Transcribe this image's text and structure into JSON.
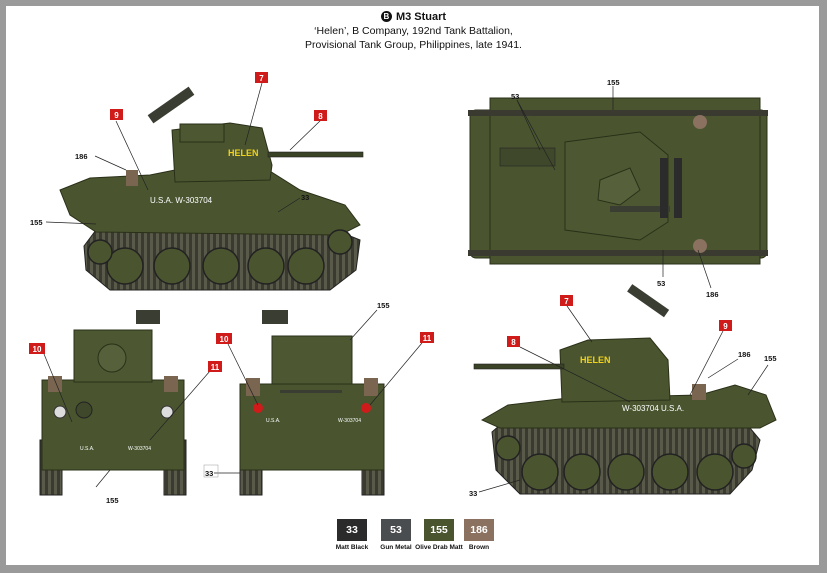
{
  "header": {
    "badge": "B",
    "title": "M3 Stuart",
    "line1": "‘Helen’, B Company, 192nd Tank Battalion,",
    "line2": "Provisional Tank Group, Philippines, late 1941."
  },
  "markings": {
    "turret_name": "HELEN",
    "serial_left": "U.S.A.  W-303704",
    "serial_right": "W-303704  U.S.A.",
    "rear_usa": "U.S.A.",
    "rear_serial": "W-303704",
    "front_usa": "U.S.A.",
    "front_serial": "W-303704"
  },
  "callouts": {
    "c7": "7",
    "c8": "8",
    "c9": "9",
    "c10": "10",
    "c11": "11",
    "n33": "33",
    "n53": "53",
    "n155": "155",
    "n186": "186"
  },
  "palette": [
    {
      "code": "33",
      "name": "Matt Black",
      "color": "#2b2b2b"
    },
    {
      "code": "53",
      "name": "Gun Metal",
      "color": "#4a4d50"
    },
    {
      "code": "155",
      "name": "Olive Drab Matt",
      "color": "#4a5530"
    },
    {
      "code": "186",
      "name": "Brown",
      "color": "#8a7160"
    }
  ],
  "colors": {
    "olive": "#4a5530",
    "olive_dark": "#3a4326",
    "track": "#3a3a30",
    "callout_red": "#d01b1b",
    "stencil_yellow": "#f2d21b"
  }
}
